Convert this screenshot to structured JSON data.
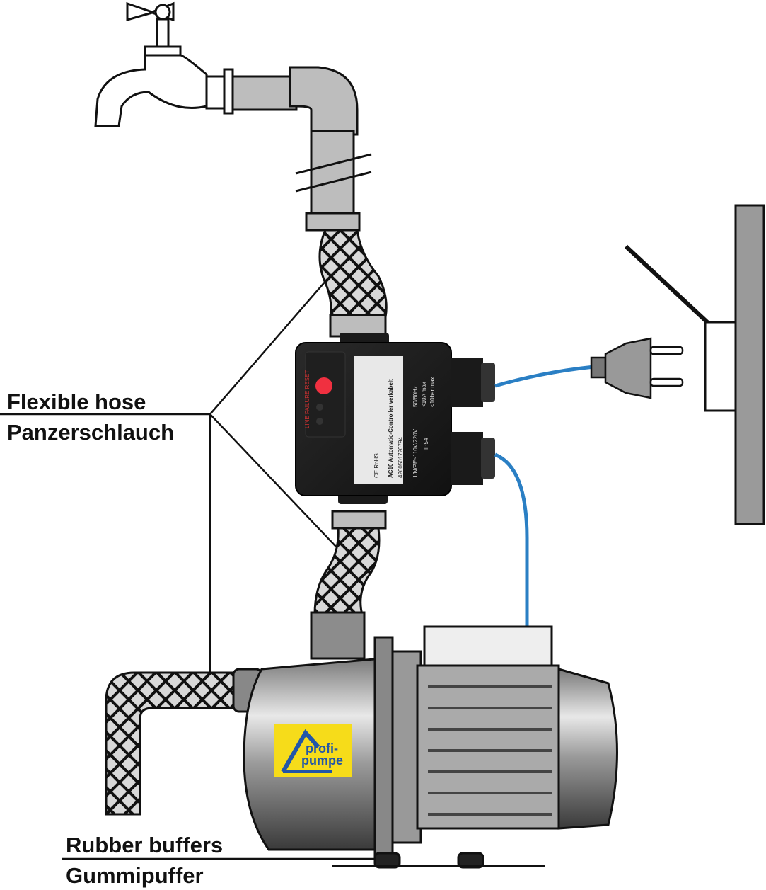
{
  "labels": {
    "hose_en": "Flexible hose",
    "hose_de": "Panzerschlauch",
    "buffer_en": "Rubber buffers",
    "buffer_de": "Gummipuffer"
  },
  "controller": {
    "model": "AC10 Automatic-Controller verkabelt",
    "voltage": "1/N/PE~110V/220V",
    "frequency": "50/60Hz",
    "current": "<10A max",
    "pressure": "<10bar max",
    "ip": "IP54",
    "status_labels": "LINE FAILURE RESET",
    "cert": "CE RoHS",
    "barcode": "4260501720794"
  },
  "pump_logo": {
    "line1": "profi-",
    "line2": "pumpe"
  },
  "colors": {
    "cable": "#2a7fc4",
    "logo_bg": "#f6dc1a",
    "logo_blue": "#2256a8",
    "pipe": "#bdbdbd",
    "reset": "#f03040"
  }
}
